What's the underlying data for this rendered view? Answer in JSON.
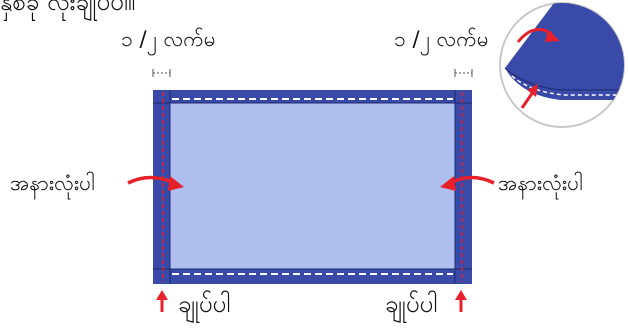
{
  "heading": "နှစ်ခု လိုးချုပ်ပါ။",
  "margin_labels": {
    "left": "၁ /၂ လက်မ",
    "right": "၁ /၂ လက်မ"
  },
  "inside_labels": {
    "left": "အနားလုံးပါ",
    "right": "အနားလုံးပါ"
  },
  "sew_labels": {
    "left": "ချုပ်ပါ",
    "right": "ချုပ်ပါ"
  },
  "colors": {
    "fabric_dark": "#3a4aa8",
    "fabric_light": "#aebfef",
    "arrow_red": "#e8202a",
    "seam_white": "#ffffff"
  }
}
